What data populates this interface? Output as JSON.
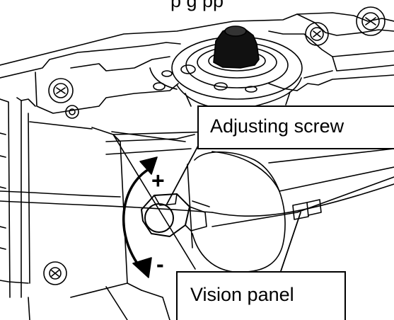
{
  "labels": {
    "top_fragment": "p                                    g       pp",
    "adjusting_screw": "Adjusting screw",
    "vision_panel": "Vision panel",
    "plus_sign": "+",
    "minus_sign": "-"
  },
  "colors": {
    "line": "#000000",
    "background": "#ffffff",
    "knob": "#111111"
  }
}
